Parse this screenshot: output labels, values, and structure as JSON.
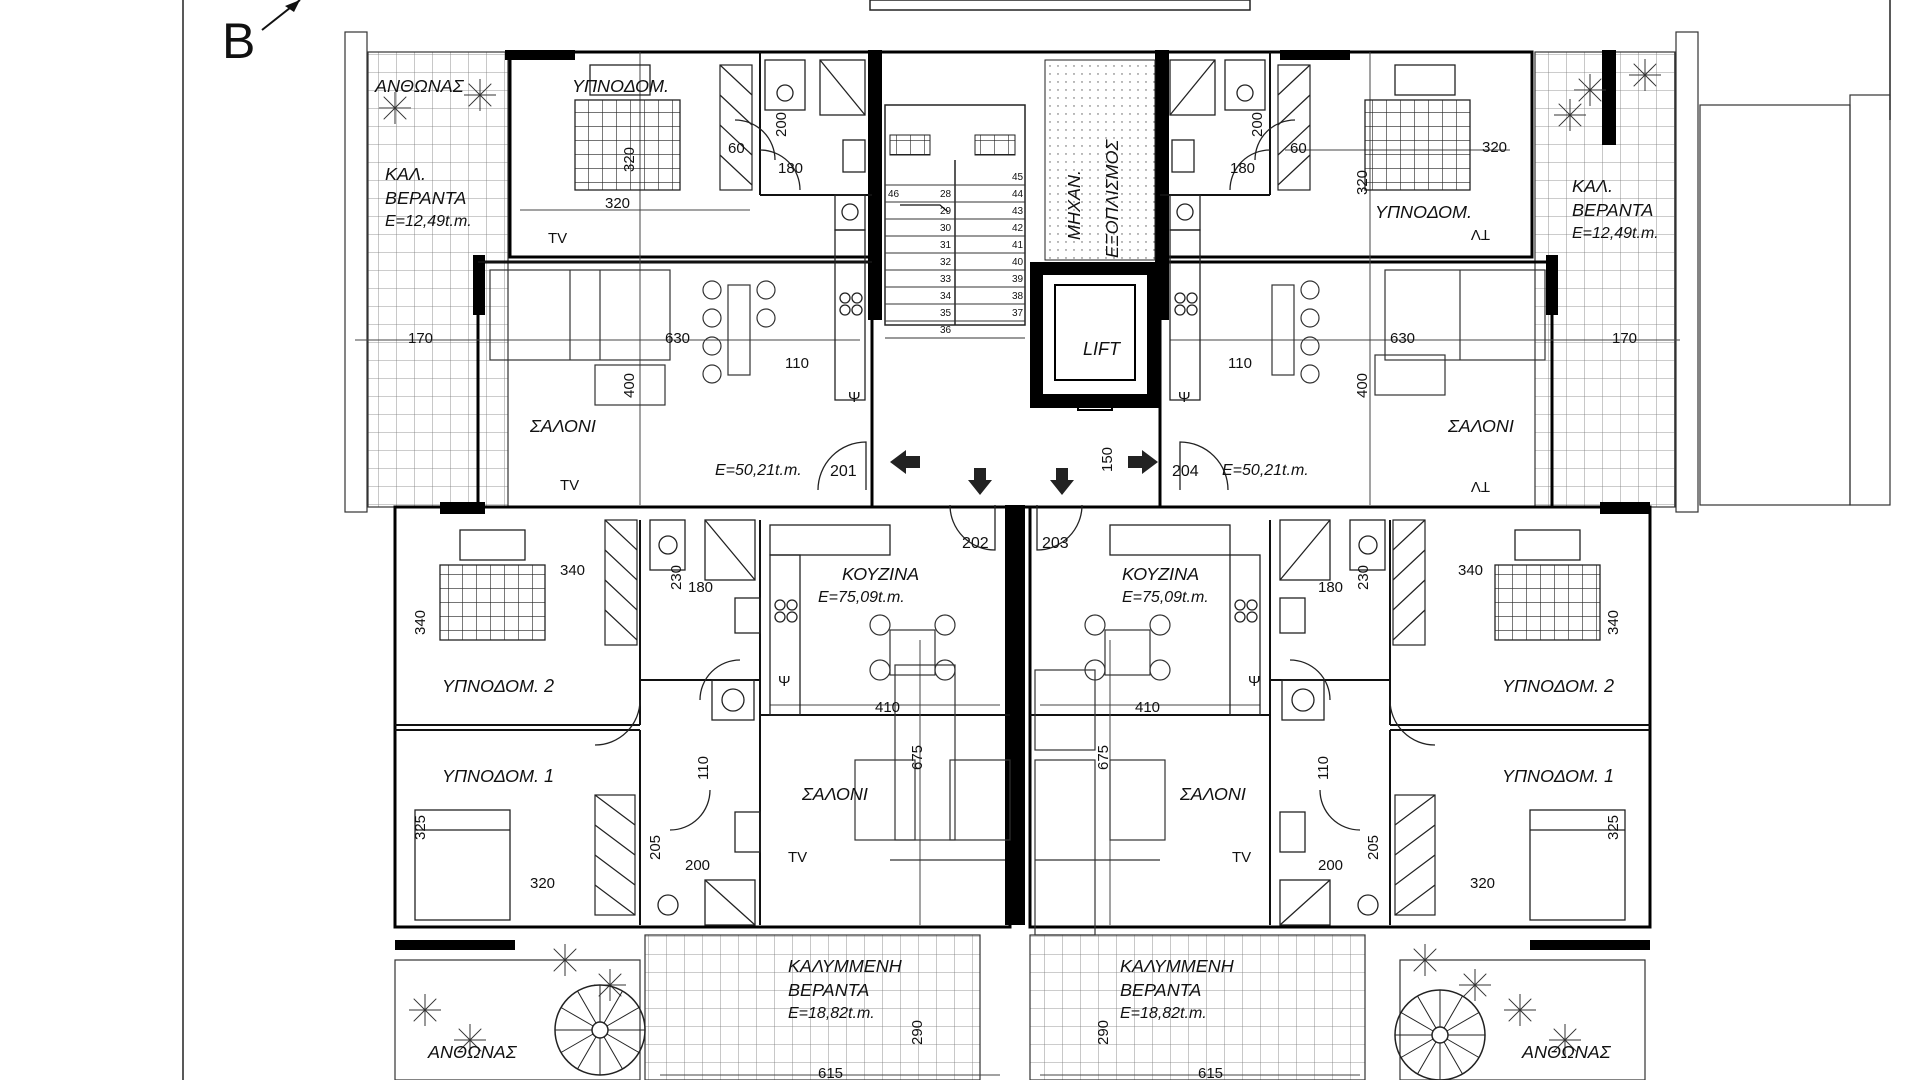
{
  "sheet": {
    "section_marker": "B"
  },
  "rooms": {
    "anthonas": "ΑΝΘΩΝΑΣ",
    "ypnodom": "ΥΠΝΟΔΟΜ.",
    "ypnodom_1": "ΥΠΝΟΔΟΜ. 1",
    "ypnodom_2": "ΥΠΝΟΔΟΜ. 2",
    "kal": "ΚΑΛ.",
    "veranta": "ΒΕΡΑΝΤΑ",
    "saloni": "ΣΑΛΟΝΙ",
    "kouzina": "ΚΟΥΖΙΝΑ",
    "mixan": "ΜΗΧΑΝ.",
    "exoplismos": "ΕΞΟΠΛΙΣΜΟΣ",
    "lift": "LIFT",
    "kalymmeni": "ΚΑΛΥΜΜΕΝΗ",
    "tv": "TV",
    "psi": "Ψ"
  },
  "areas": {
    "veranta_upper": "E=12,49t.m.",
    "apt_upper": "E=50,21t.m.",
    "apt_lower": "E=75,09t.m.",
    "veranta_lower": "E=18,82t.m."
  },
  "units": {
    "u201": "201",
    "u202": "202",
    "u203": "203",
    "u204": "204"
  },
  "dims": {
    "d60": "60",
    "d110": "110",
    "d150": "150",
    "d170": "170",
    "d180": "180",
    "d200": "200",
    "d205": "205",
    "d230": "230",
    "d290": "290",
    "d320": "320",
    "d325": "325",
    "d340": "340",
    "d400": "400",
    "d410": "410",
    "d615": "615",
    "d630": "630",
    "d675": "675"
  },
  "stairs": {
    "left": [
      "28",
      "29",
      "30",
      "31",
      "32",
      "33",
      "34",
      "35",
      "36"
    ],
    "right": [
      "45",
      "44",
      "43",
      "42",
      "41",
      "40",
      "39",
      "38",
      "37"
    ],
    "start": "46"
  }
}
